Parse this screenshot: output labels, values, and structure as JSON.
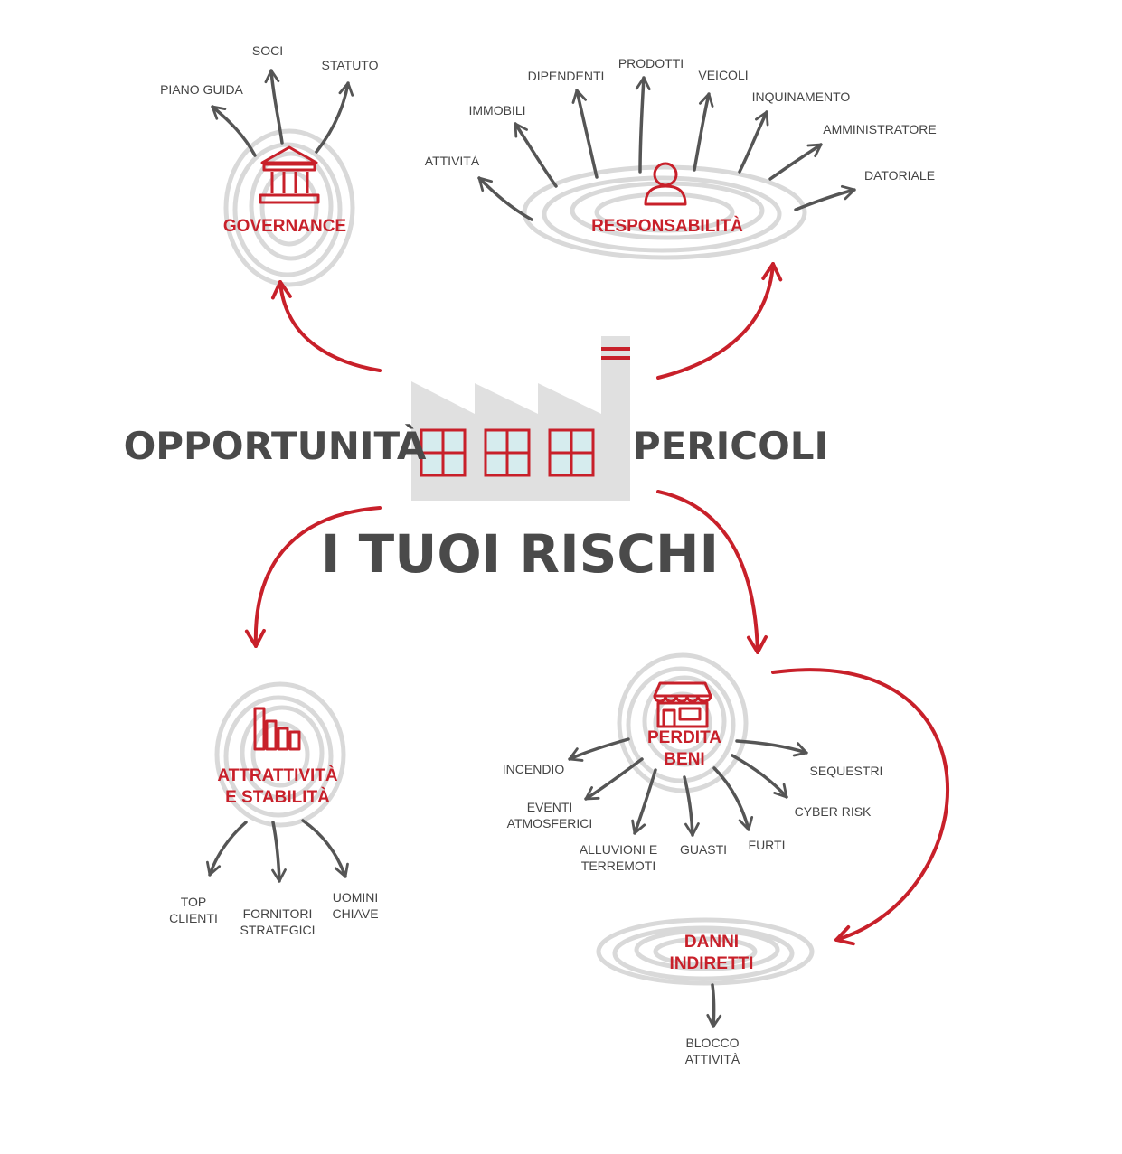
{
  "center": {
    "title": "I TUOI RISCHI",
    "left_word": "OPPORTUNITÀ",
    "right_word": "PERICOLI"
  },
  "governance": {
    "title": "GOVERNANCE",
    "items": [
      "PIANO GUIDA",
      "SOCI",
      "STATUTO"
    ]
  },
  "responsabilita": {
    "title": "RESPONSABILITÀ",
    "items": [
      "ATTIVITÀ",
      "IMMOBILI",
      "DIPENDENTI",
      "PRODOTTI",
      "VEICOLI",
      "INQUINAMENTO",
      "AMMINISTRATORE",
      "DATORIALE"
    ]
  },
  "attrattivita": {
    "title_line1": "ATTRATTIVITÀ",
    "title_line2": "E STABILITÀ",
    "items": [
      {
        "line1": "TOP",
        "line2": "CLIENTI"
      },
      {
        "line1": "FORNITORI",
        "line2": "STRATEGICI"
      },
      {
        "line1": "UOMINI",
        "line2": "CHIAVE"
      }
    ]
  },
  "perdita_beni": {
    "title_line1": "PERDITA",
    "title_line2": "BENI",
    "items": {
      "incendio": "INCENDIO",
      "eventi_1": "EVENTI",
      "eventi_2": "ATMOSFERICI",
      "alluvioni_1": "ALLUVIONI E",
      "alluvioni_2": "TERREMOTI",
      "guasti": "GUASTI",
      "furti": "FURTI",
      "cyber": "CYBER RISK",
      "sequestri": "SEQUESTRI"
    }
  },
  "danni_indiretti": {
    "title_line1": "DANNI",
    "title_line2": "INDIRETTI",
    "item_line1": "BLOCCO",
    "item_line2": "ATTIVITÀ"
  },
  "colors": {
    "accent": "#c8202a",
    "text": "#444444",
    "scribble": "#d9d9d9",
    "factory": "#e0e0e0"
  }
}
